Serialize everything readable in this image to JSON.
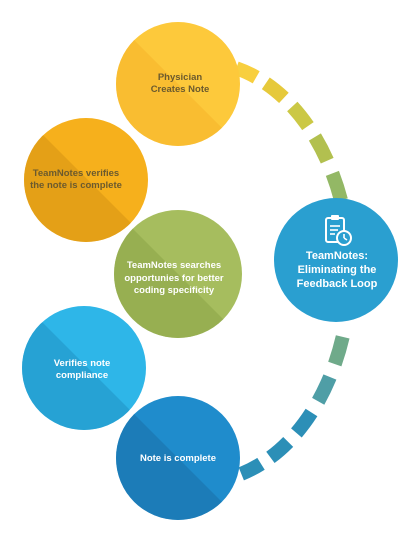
{
  "hub": {
    "title": "TeamNotes:\nEliminating the\nFeedback Loop",
    "icon": "clipboard-clock-icon",
    "color": "#2a9fd0"
  },
  "steps": [
    {
      "label": "Physician\nCreates Note",
      "color": "#fdc93b"
    },
    {
      "label": "TeamNotes verifies\nthe note is complete",
      "color": "#f6b01c"
    },
    {
      "label": "TeamNotes searches\nopportunies for better\ncoding specificity",
      "color": "#a6bd5e"
    },
    {
      "label": "Verifies note\ncompliance",
      "color": "#2eb6e8"
    },
    {
      "label": "Note is complete",
      "color": "#1f8ccc"
    }
  ],
  "dash_colors": [
    "#f8cf3f",
    "#e6c93b",
    "#cbc845",
    "#b2c04f",
    "#93b865",
    "#6faa8a",
    "#4f9ea6",
    "#2c8fb7"
  ]
}
